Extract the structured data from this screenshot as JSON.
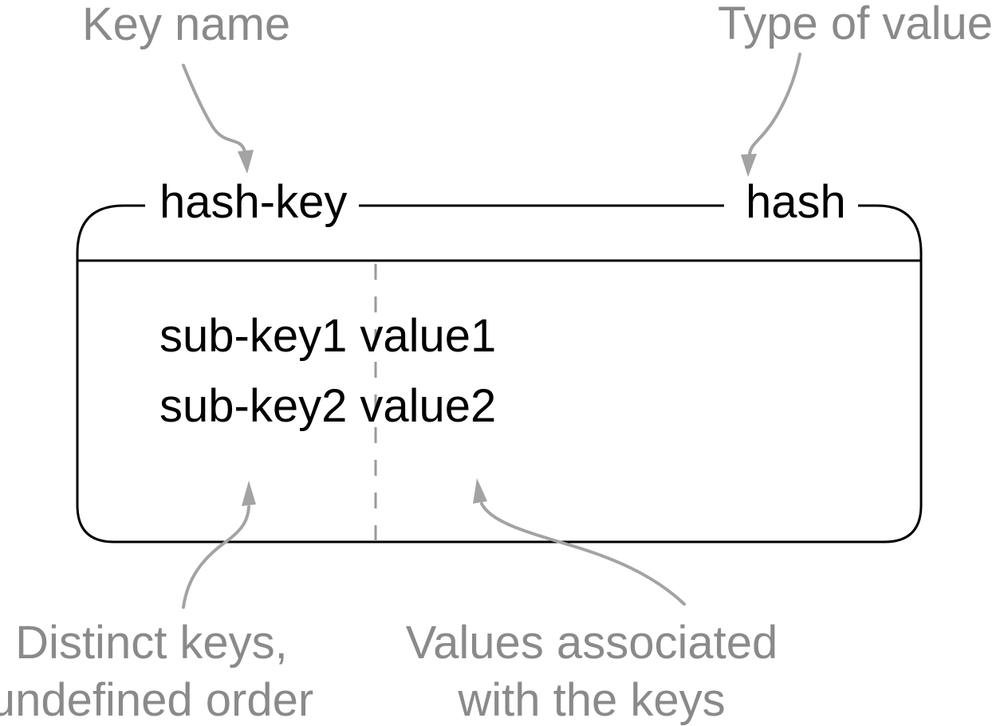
{
  "colors": {
    "line_black": "#000000",
    "text_black": "#000000",
    "text_gray": "#8a8a8a",
    "arrow_gray": "#a3a3a3",
    "dash_gray": "#9a9a9a",
    "background": "#ffffff"
  },
  "annotations": {
    "key_name": "Key name",
    "type_of_value": "Type of value",
    "distinct_keys_line1": "Distinct keys,",
    "distinct_keys_line2": "undefined order",
    "values_line1": "Values associated",
    "values_line2": "with the keys"
  },
  "hash": {
    "key_label": "hash-key",
    "type_label": "hash",
    "entries": [
      {
        "key": "sub-key1",
        "value": "value1"
      },
      {
        "key": "sub-key2",
        "value": "value2"
      }
    ]
  }
}
